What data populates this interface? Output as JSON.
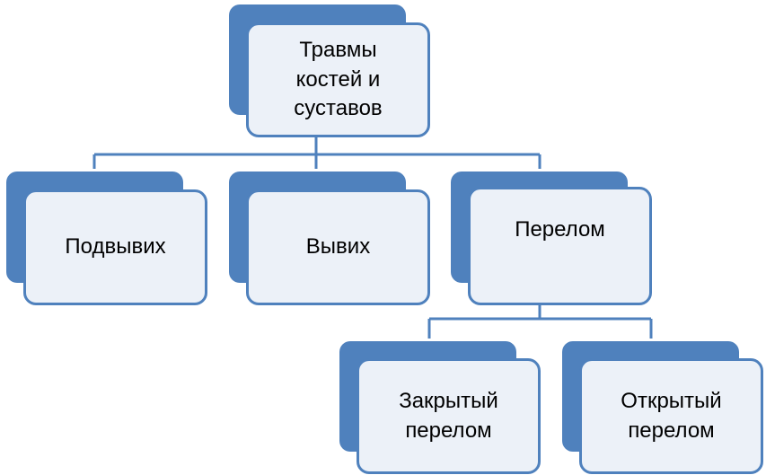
{
  "diagram": {
    "root": {
      "label": "Травмы\nкостей и\nсуставов"
    },
    "level1": [
      {
        "label": "Подвывих"
      },
      {
        "label": "Вывих"
      },
      {
        "label": "Перелом"
      }
    ],
    "level2": [
      {
        "label": "Закрытый\nперелом"
      },
      {
        "label": "Открытый\nперелом"
      }
    ]
  },
  "colors": {
    "accent": "#4f81bd",
    "box_fill": "#ecf1f8",
    "text": "#000000"
  }
}
